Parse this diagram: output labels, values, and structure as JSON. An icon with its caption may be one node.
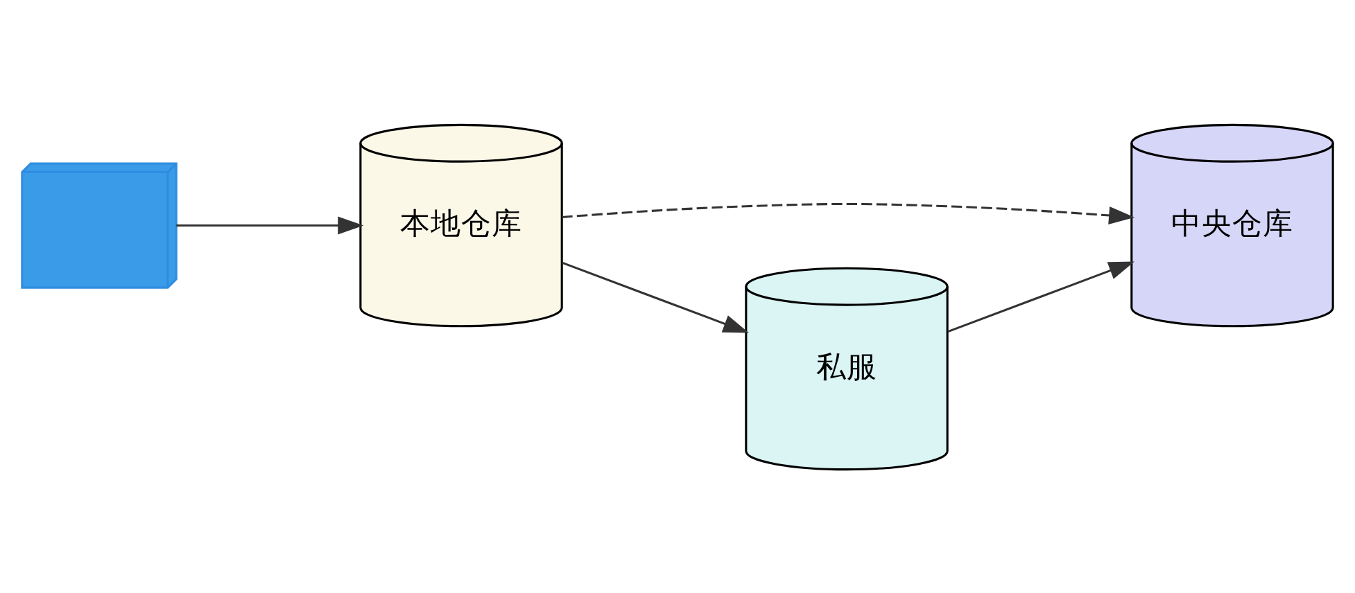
{
  "diagram": {
    "nodes": [
      {
        "text": [],
        "shape": "picture"
      },
      {
        "text": [
          "本地仓库"
        ]
      },
      {
        "text": [
          "中央仓库"
        ]
      },
      {
        "text": [
          "私服"
        ]
      }
    ],
    "edges": [
      {
        "from": 0,
        "to": 1,
        "arrow": "to"
      },
      {
        "from": 1,
        "to": 2,
        "arrow": "to",
        "style": "dashed"
      },
      {
        "from": 1,
        "to": 3,
        "arrow": "to"
      },
      {
        "from": 3,
        "to": 2,
        "arrow": "to"
      }
    ]
  }
}
